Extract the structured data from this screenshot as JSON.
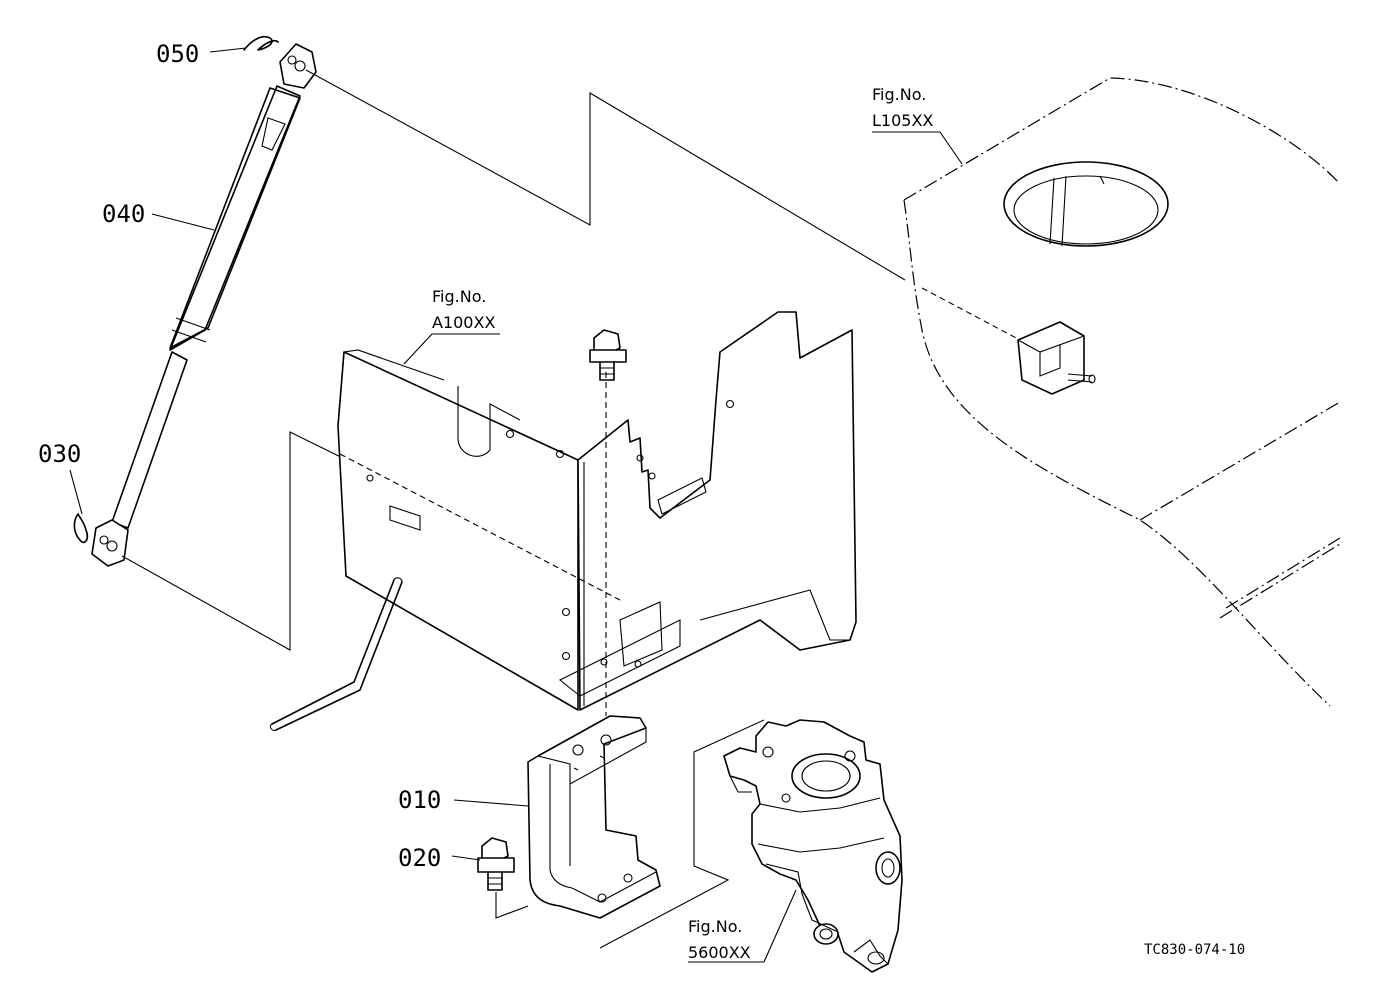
{
  "callouts": {
    "c010": "010",
    "c020": "020",
    "c030": "030",
    "c040": "040",
    "c050": "050"
  },
  "fig_refs": {
    "a100": {
      "line1": "Fig.No.",
      "line2": "A100XX"
    },
    "l105": {
      "line1": "Fig.No.",
      "line2": "L105XX"
    },
    "s5600": {
      "line1": "Fig.No.",
      "line2": "5600XX"
    }
  },
  "drawing_code": "TC830-074-10",
  "colors": {
    "ink": "#000000",
    "paper": "#ffffff"
  }
}
